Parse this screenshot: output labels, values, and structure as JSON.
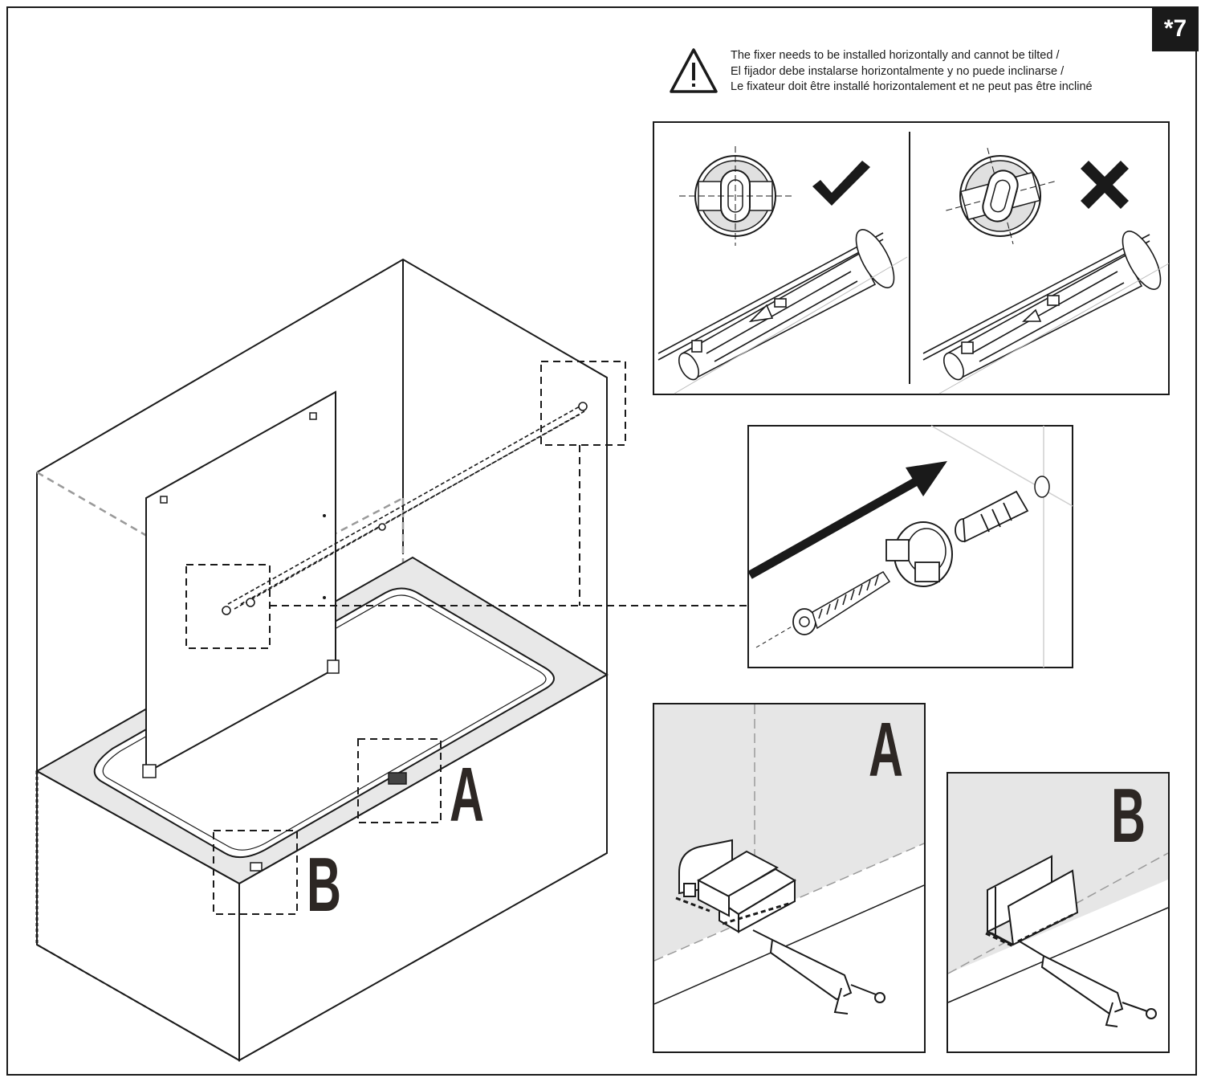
{
  "step": {
    "number": "*7"
  },
  "warning": {
    "lines": [
      "The fixer needs to be installed horizontally and cannot be tilted /",
      "El fijador debe instalarse horizontalmente y no puede inclinarse /",
      "Le fixateur doit être installé horizontalement et ne peut pas être incliné"
    ],
    "icon": "warning-triangle-icon"
  },
  "panels": {
    "correct": {
      "icon": "check-mark-icon"
    },
    "incorrect": {
      "icon": "cross-mark-icon"
    }
  },
  "callouts": {
    "a_label": "A",
    "b_label": "B"
  },
  "detail_a": {
    "label": "A"
  },
  "detail_b": {
    "label": "B"
  },
  "colors": {
    "ink": "#1a1a1a",
    "panel_fill": "#e6e6e6",
    "dash": "#9a9a9a"
  }
}
